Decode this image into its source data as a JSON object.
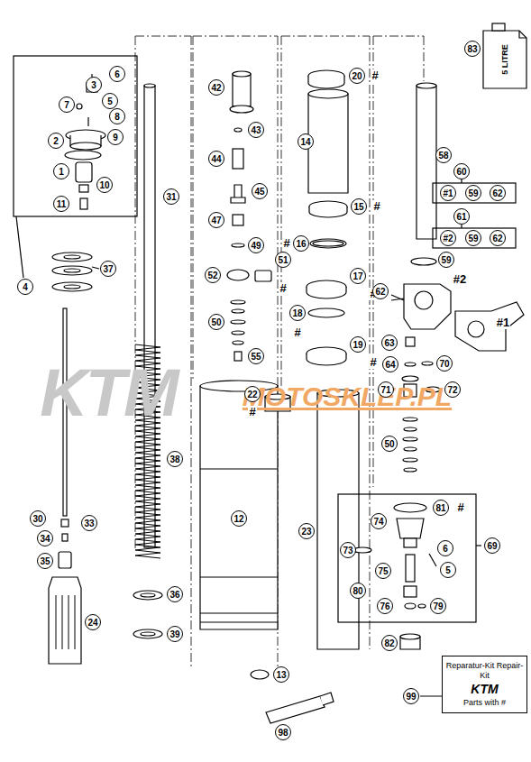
{
  "diagram": {
    "nodes": [
      {
        "text": [
          "Reparatur-Kit Repair-Kit",
          "KTM",
          "Parts with #"
        ]
      }
    ],
    "labels": [
      "6",
      "3",
      "5",
      "7",
      "8",
      "2",
      "9",
      "1",
      "10",
      "11",
      "4",
      "37",
      "30",
      "33",
      "34",
      "35",
      "24",
      "31",
      "38",
      "36",
      "39",
      "42",
      "43",
      "44",
      "45",
      "47",
      "49",
      "52",
      "51",
      "#",
      "50",
      "55",
      "12",
      "13",
      "20",
      "#",
      "14",
      "15",
      "#",
      "#",
      "16",
      "17",
      "#",
      "18",
      "#",
      "19",
      "#",
      "22",
      "#",
      "23",
      "58",
      "83",
      "60",
      "#1",
      "59",
      "62",
      "61",
      "#2",
      "59",
      "62",
      "59",
      "62",
      "#2",
      "#1",
      "63",
      "64",
      "70",
      "71",
      "72",
      "50",
      "81",
      "#",
      "69",
      "74",
      "73",
      "6",
      "5",
      "75",
      "80",
      "76",
      "79",
      "82",
      "98",
      "99",
      "KTM",
      "MOTOSKLEP.PL",
      "5 LITRE"
    ]
  }
}
